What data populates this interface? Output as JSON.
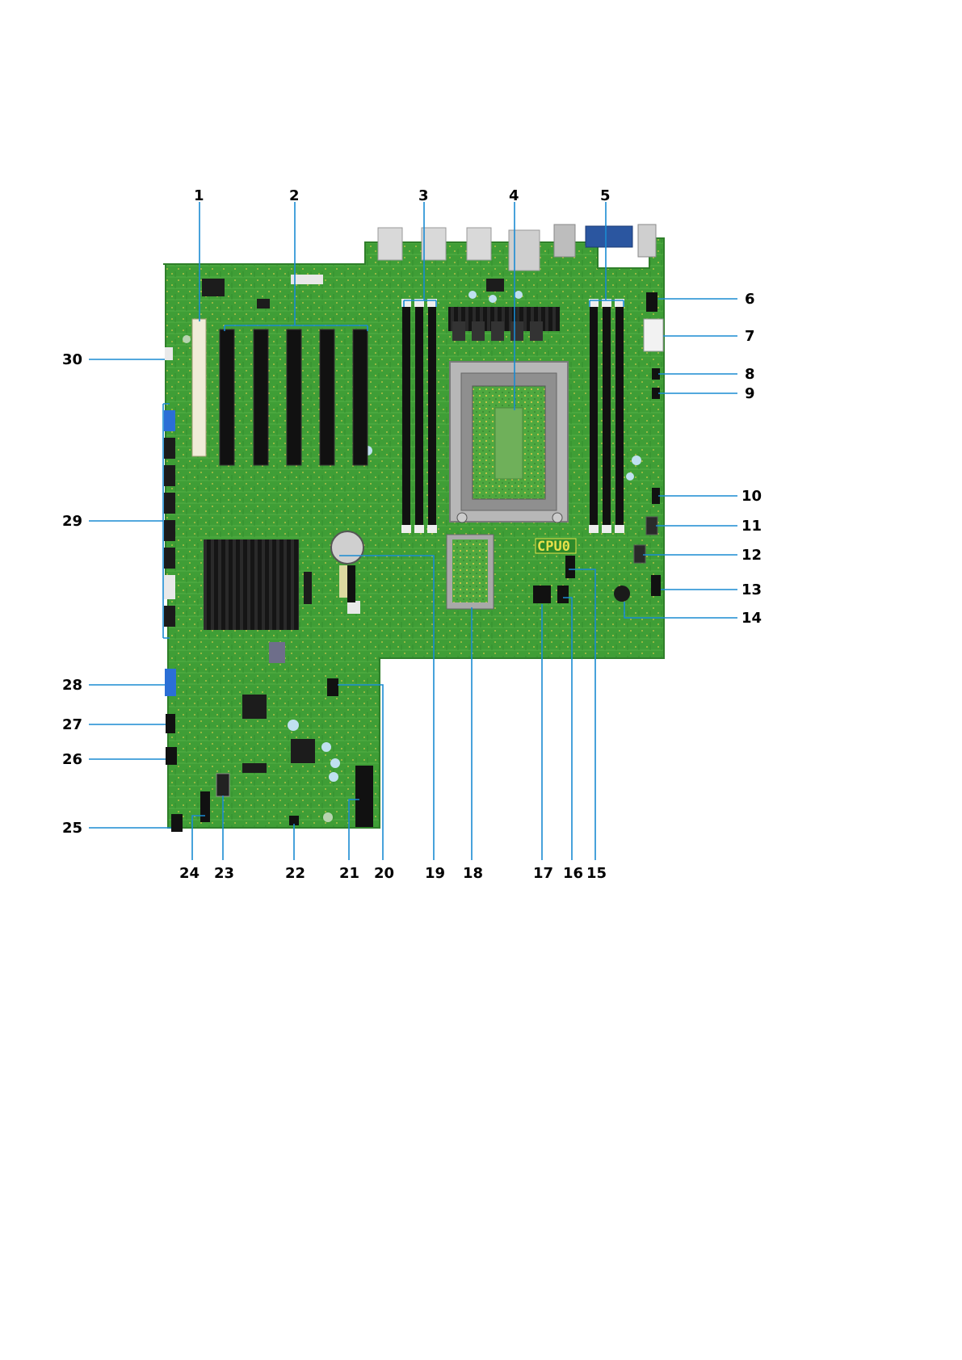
{
  "board": {
    "pcb_color": "#3f9e36",
    "pcb_dark": "#2f7f2a",
    "trace_color": "#c8c64a",
    "callout_color": "#1a8bd2",
    "cpu_label": "CPU0"
  },
  "callouts": {
    "c1": "1",
    "c2": "2",
    "c3": "3",
    "c4": "4",
    "c5": "5",
    "c6": "6",
    "c7": "7",
    "c8": "8",
    "c9": "9",
    "c10": "10",
    "c11": "11",
    "c12": "12",
    "c13": "13",
    "c14": "14",
    "c15": "15",
    "c16": "16",
    "c17": "17",
    "c18": "18",
    "c19": "19",
    "c20": "20",
    "c21": "21",
    "c22": "22",
    "c23": "23",
    "c24": "24",
    "c25": "25",
    "c26": "26",
    "c27": "27",
    "c28": "28",
    "c29": "29",
    "c30": "30"
  }
}
